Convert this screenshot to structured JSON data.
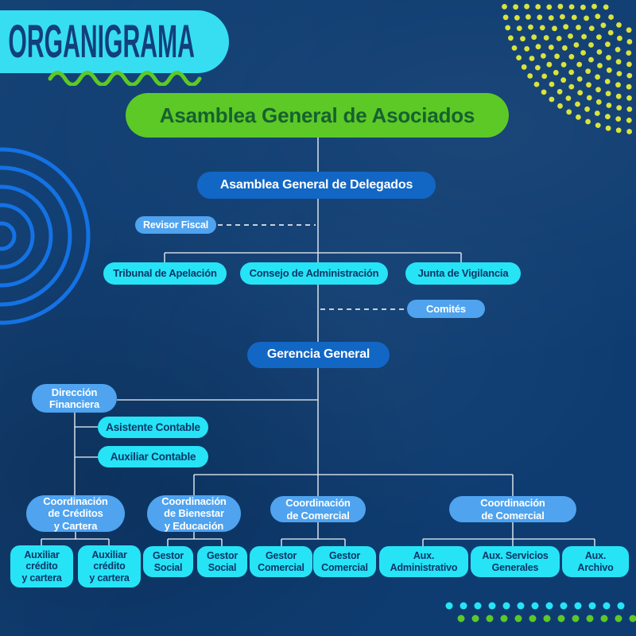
{
  "header": {
    "title": "ORGANIGRAMA"
  },
  "org": {
    "asociados": "Asamblea General de Asociados",
    "delegados": "Asamblea General de Delegados",
    "revisor": "Revisor Fiscal",
    "tribunal": "Tribunal de Apelación",
    "consejo": "Consejo de Administración",
    "junta": "Junta de Vigilancia",
    "comites": "Comités",
    "gerencia": "Gerencia General",
    "direccion": "Dirección\nFinanciera",
    "asistente": "Asistente Contable",
    "auxiliar_contable": "Auxiliar Contable",
    "coord_creditos": "Coordinación\nde Créditos\ny Cartera",
    "coord_bienestar": "Coordinación\nde Bienestar\ny Educación",
    "coord_comercial_1": "Coordinación\nde Comercial",
    "coord_comercial_2": "Coordinación\nde Comercial",
    "aux_credito_1": "Auxiliar\ncrédito\ny cartera",
    "aux_credito_2": "Auxiliar\ncrédito\ny cartera",
    "gestor_social_1": "Gestor\nSocial",
    "gestor_social_2": "Gestor\nSocial",
    "gestor_comercial_1": "Gestor\nComercial",
    "gestor_comercial_2": "Gestor\nComercial",
    "aux_administrativo": "Aux.\nAdministrativo",
    "aux_servicios": "Aux. Servicios\nGenerales",
    "aux_archivo": "Aux.\nArchivo"
  },
  "decor": {
    "background": "#0e3c71",
    "banner_bg": "#37def2",
    "banner_text": "#123f7d",
    "green": "#5cc927",
    "green_text": "#17612f",
    "dark_blue_pill": "#1267c5",
    "light_blue_pill": "#4fa3ef",
    "cyan_pill": "#27e3f6",
    "cyan_pill_text": "#0a3768",
    "connector_line": "#e5edf4",
    "circle_stroke": "#1472e4",
    "yellow_dot": "#d9e43b",
    "cyan_dot": "#27e3f6",
    "green_dot": "#5cc927"
  }
}
